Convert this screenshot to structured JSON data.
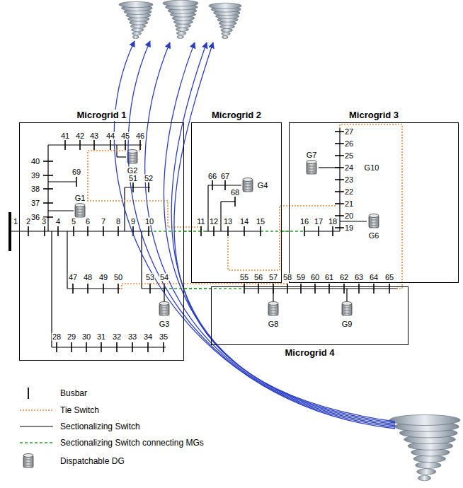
{
  "diagram": {
    "nodes": [
      {
        "text": [
          "Microgrid 1"
        ]
      },
      {
        "text": [
          "Microgrid 2"
        ]
      },
      {
        "text": [
          "Microgrid 3"
        ]
      },
      {
        "text": [
          "Microgrid 4"
        ]
      }
    ],
    "edges": [
      {
        "from": 0,
        "to": 1,
        "arrow": "none"
      },
      {
        "from": 1,
        "to": 2,
        "arrow": "none"
      },
      {
        "from": 0,
        "to": 3,
        "arrow": "none"
      }
    ],
    "labels": [
      "1",
      "2",
      "3",
      "4",
      "5",
      "6",
      "7",
      "8",
      "9",
      "10",
      "11",
      "12",
      "13",
      "14",
      "15",
      "16",
      "17",
      "18",
      "19",
      "20",
      "21",
      "22",
      "23",
      "24",
      "25",
      "26",
      "27",
      "28",
      "29",
      "30",
      "31",
      "32",
      "33",
      "34",
      "35",
      "36",
      "37",
      "38",
      "39",
      "40",
      "41",
      "42",
      "43",
      "44",
      "45",
      "46",
      "47",
      "48",
      "49",
      "50",
      "51",
      "52",
      "53",
      "54",
      "55",
      "56",
      "57",
      "58",
      "59",
      "60",
      "61",
      "62",
      "63",
      "64",
      "65",
      "66",
      "67",
      "68",
      "69",
      "G1",
      "G2",
      "G3",
      "G4",
      "G6",
      "G7",
      "G8",
      "G9",
      "G10"
    ],
    "legend": [
      {
        "text": "Busbar"
      },
      {
        "text": "Tie Switch"
      },
      {
        "text": "Sectionalizing Switch"
      },
      {
        "text": "Sectionalizing Switch connecting MGs"
      },
      {
        "text": "Dispatchable DG"
      }
    ]
  }
}
